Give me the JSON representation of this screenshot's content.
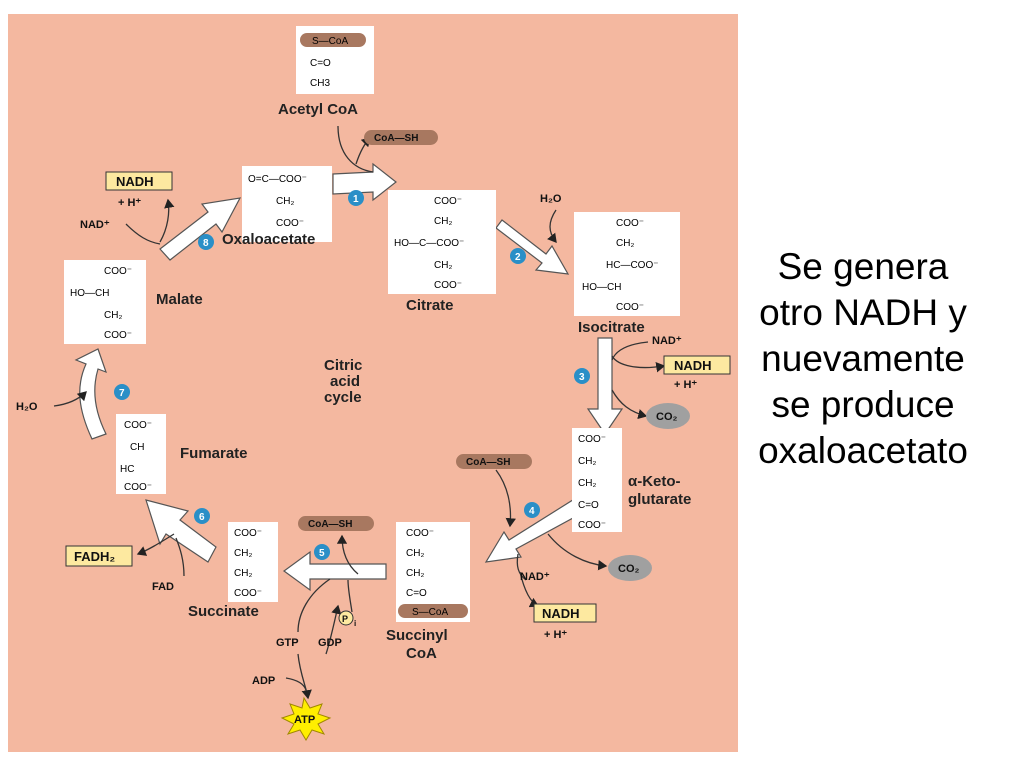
{
  "caption": {
    "lines": [
      "Se genera",
      "otro NADH y",
      "nuevamente",
      "se produce",
      "oxaloacetato"
    ]
  },
  "center_label": [
    "Citric",
    "acid",
    "cycle"
  ],
  "steps": [
    "1",
    "2",
    "3",
    "4",
    "5",
    "6",
    "7",
    "8"
  ],
  "molecules": {
    "acetyl_coa": {
      "name": "Acetyl CoA",
      "formula": [
        "S—CoA",
        "C=O",
        "CH3"
      ]
    },
    "citrate": {
      "name": "Citrate",
      "formula": [
        "COO⁻",
        "CH₂",
        "HO—C—COO⁻",
        "CH₂",
        "COO⁻"
      ]
    },
    "isocitrate": {
      "name": "Isocitrate",
      "formula": [
        "COO⁻",
        "CH₂",
        "HC—COO⁻",
        "HO—CH",
        "COO⁻"
      ]
    },
    "alpha_ketoglutarate": {
      "name_line1": "α-Keto-",
      "name_line2": "glutarate",
      "formula": [
        "COO⁻",
        "CH₂",
        "CH₂",
        "C=O",
        "COO⁻"
      ]
    },
    "succinyl_coa": {
      "name_line1": "Succinyl",
      "name_line2": "CoA",
      "formula": [
        "COO⁻",
        "CH₂",
        "CH₂",
        "C=O",
        "S—CoA"
      ]
    },
    "succinate": {
      "name": "Succinate",
      "formula": [
        "COO⁻",
        "CH₂",
        "CH₂",
        "COO⁻"
      ]
    },
    "fumarate": {
      "name": "Fumarate",
      "formula": [
        "COO⁻",
        "CH",
        "HC",
        "COO⁻"
      ]
    },
    "malate": {
      "name": "Malate",
      "formula": [
        "COO⁻",
        "HO—CH",
        "CH₂",
        "COO⁻"
      ]
    },
    "oxaloacetate": {
      "name": "Oxaloacetate",
      "formula": [
        "O=C—COO⁻",
        "CH₂",
        "COO⁻"
      ]
    }
  },
  "cofactors": {
    "coash_1": "CoA—SH",
    "h2o_1": "H₂O",
    "nad_3": "NAD⁺",
    "nadh_3": "NADH",
    "h_3": "+ H⁺",
    "co2_3": "CO₂",
    "coash_4": "CoA—SH",
    "nad_4": "NAD⁺",
    "nadh_4": "NADH",
    "h_4": "+ H⁺",
    "co2_4": "CO₂",
    "coash_5": "CoA—SH",
    "pi_5": "P",
    "pi_sub": "i",
    "gtp": "GTP",
    "gdp": "GDP",
    "adp": "ADP",
    "atp": "ATP",
    "fadh2": "FADH₂",
    "fad": "FAD",
    "h2o_7": "H₂O",
    "nad_8": "NAD⁺",
    "nadh_8": "NADH",
    "h_8": "+ H⁺"
  },
  "colors": {
    "background": "#f4b8a0",
    "box": "#ffffff",
    "magenta": "#cc0077",
    "cyan": "#0088cc",
    "nadh_box": "#fde9a0",
    "coa_pill": "#a87860",
    "co2": "#a0a0a0",
    "step_circle": "#2a8fc7",
    "atp_star": "#ffee00"
  }
}
